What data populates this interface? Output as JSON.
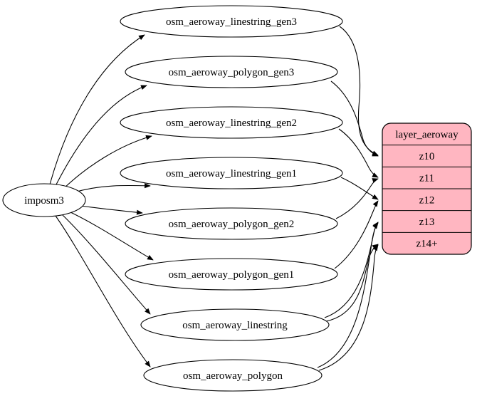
{
  "diagram": {
    "source_node": {
      "label": "imposm3"
    },
    "table_nodes": [
      {
        "label": "osm_aeroway_linestring_gen3"
      },
      {
        "label": "osm_aeroway_polygon_gen3"
      },
      {
        "label": "osm_aeroway_linestring_gen2"
      },
      {
        "label": "osm_aeroway_linestring_gen1"
      },
      {
        "label": "osm_aeroway_polygon_gen2"
      },
      {
        "label": "osm_aeroway_polygon_gen1"
      },
      {
        "label": "osm_aeroway_linestring"
      },
      {
        "label": "osm_aeroway_polygon"
      }
    ],
    "layer_node": {
      "header": "layer_aeroway",
      "rows": [
        "z10",
        "z11",
        "z12",
        "z13",
        "z14+"
      ],
      "fill": "#ffb6c1"
    },
    "edges": [
      {
        "from": "imposm3",
        "to": "osm_aeroway_linestring_gen3"
      },
      {
        "from": "imposm3",
        "to": "osm_aeroway_polygon_gen3"
      },
      {
        "from": "imposm3",
        "to": "osm_aeroway_linestring_gen2"
      },
      {
        "from": "imposm3",
        "to": "osm_aeroway_linestring_gen1"
      },
      {
        "from": "imposm3",
        "to": "osm_aeroway_polygon_gen2"
      },
      {
        "from": "imposm3",
        "to": "osm_aeroway_polygon_gen1"
      },
      {
        "from": "imposm3",
        "to": "osm_aeroway_linestring"
      },
      {
        "from": "imposm3",
        "to": "osm_aeroway_polygon"
      },
      {
        "from": "osm_aeroway_linestring_gen3",
        "to": "layer_aeroway:z10"
      },
      {
        "from": "osm_aeroway_polygon_gen3",
        "to": "layer_aeroway:z10"
      },
      {
        "from": "osm_aeroway_linestring_gen2",
        "to": "layer_aeroway:z11"
      },
      {
        "from": "osm_aeroway_polygon_gen2",
        "to": "layer_aeroway:z11"
      },
      {
        "from": "osm_aeroway_linestring_gen1",
        "to": "layer_aeroway:z12"
      },
      {
        "from": "osm_aeroway_polygon_gen1",
        "to": "layer_aeroway:z12"
      },
      {
        "from": "osm_aeroway_linestring",
        "to": "layer_aeroway:z13"
      },
      {
        "from": "osm_aeroway_linestring",
        "to": "layer_aeroway:z14+"
      },
      {
        "from": "osm_aeroway_polygon",
        "to": "layer_aeroway:z13"
      },
      {
        "from": "osm_aeroway_polygon",
        "to": "layer_aeroway:z14+"
      }
    ],
    "colors": {
      "node_fill": "#ffffff",
      "layer_fill": "#ffb6c1",
      "stroke": "#000000",
      "edge": "#000000",
      "text": "#000000"
    }
  }
}
